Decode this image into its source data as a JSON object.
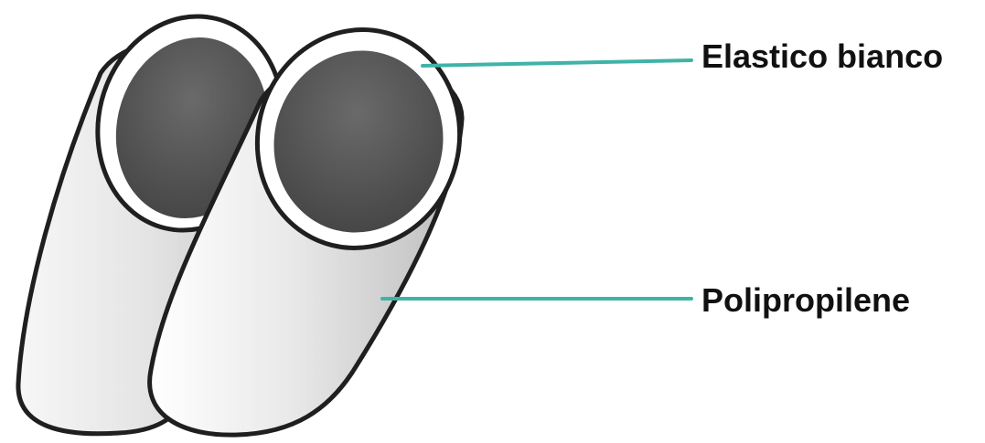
{
  "labels": {
    "elastic": "Elastico bianco",
    "polypropylene": "Polipropilene"
  },
  "colors": {
    "leader_line": "#3fb3a8",
    "outline": "#1f1f1f",
    "shell_light": "#f1f1f1",
    "shell_shadow": "#bdbdbd",
    "cavity": "#555555",
    "elastic_band": "#ffffff",
    "background": "#ffffff"
  },
  "illustration": {
    "subject": "pair of shoe covers",
    "count": 2
  }
}
